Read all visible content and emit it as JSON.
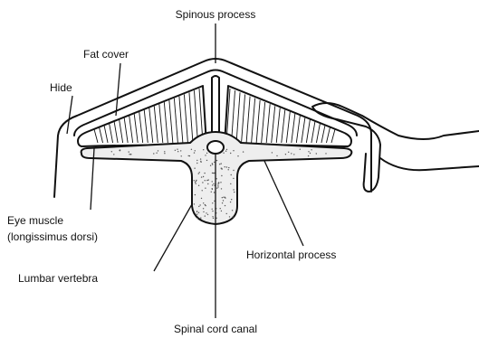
{
  "labels": {
    "spinous_process": "Spinous process",
    "fat_cover": "Fat cover",
    "hide": "Hide",
    "eye_muscle_line1": "Eye muscle",
    "eye_muscle_line2": "(longissimus dorsi)",
    "lumbar_vertebra": "Lumbar vertebra",
    "horizontal_process": "Horizontal process",
    "spinal_cord_canal": "Spinal cord canal"
  },
  "colors": {
    "ink": "#111111",
    "bone_fill": "#eeeeee",
    "background": "#ffffff"
  },
  "icons": {
    "hand": "hand-icon"
  }
}
